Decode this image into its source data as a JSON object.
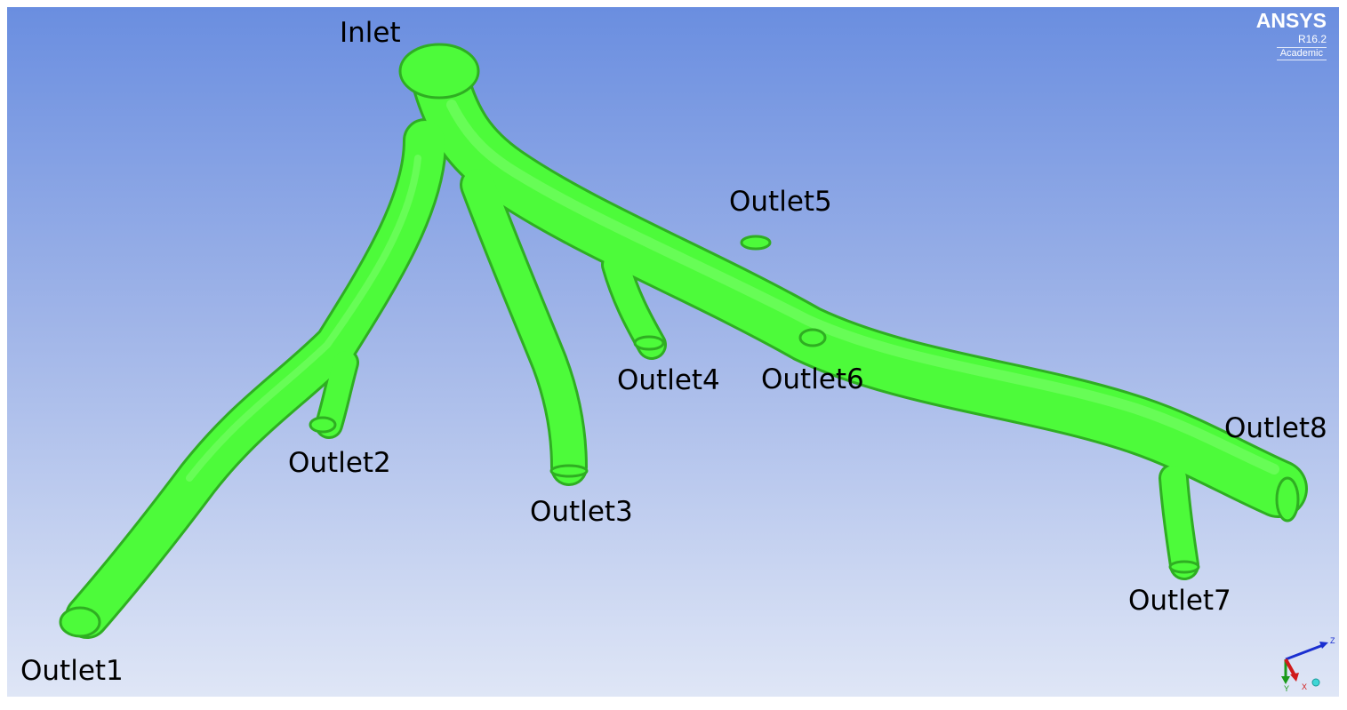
{
  "logo": {
    "brand": "ANSYS",
    "version": "R16.2",
    "edition": "Academic"
  },
  "model": {
    "surface_color": "#4dfb3a",
    "inlet_label": "Inlet",
    "outlet_labels": [
      "Outlet1",
      "Outlet2",
      "Outlet3",
      "Outlet4",
      "Outlet5",
      "Outlet6",
      "Outlet7",
      "Outlet8"
    ]
  },
  "triad": {
    "z_label": "Z",
    "y_label": "Y",
    "x_label": "X",
    "z_color": "#1a2fd0",
    "y_color": "#1a9a1a",
    "x_color": "#d01a1a"
  }
}
